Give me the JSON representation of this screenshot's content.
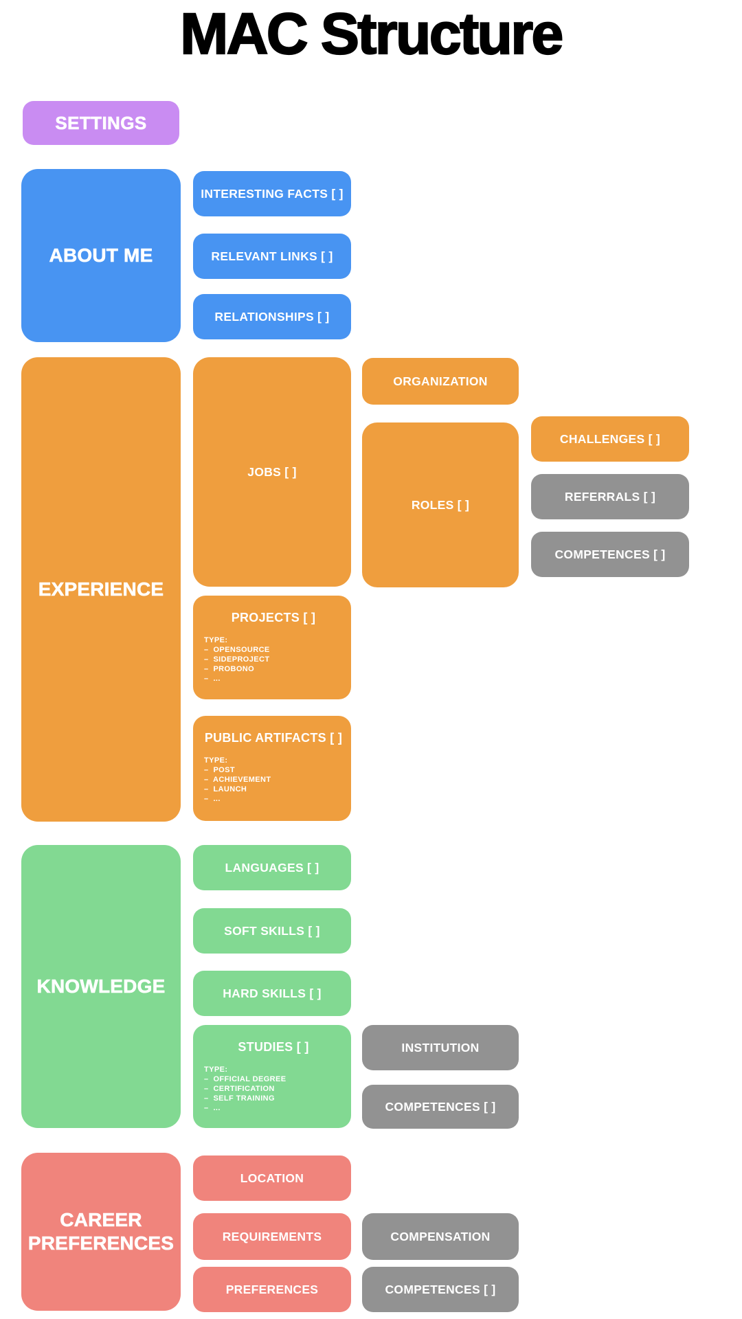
{
  "title": "MAC Structure",
  "colors": {
    "purple": "#c98cf2",
    "blue": "#4894f2",
    "orange": "#ef9e3e",
    "green": "#82d992",
    "red": "#f0847c",
    "gray": "#929292"
  },
  "settings": {
    "label": "SETTINGS"
  },
  "about": {
    "label": "ABOUT ME",
    "interesting_facts": {
      "label": "INTERESTING FACTS [ ]"
    },
    "relevant_links": {
      "label": "RELEVANT LINKS [ ]"
    },
    "relationships": {
      "label": "RELATIONSHIPS [ ]"
    }
  },
  "experience": {
    "label": "EXPERIENCE",
    "jobs": {
      "label": "JOBS [ ]"
    },
    "projects": {
      "label": "PROJECTS [ ]",
      "type_label": "TYPE:",
      "types": [
        "OPENSOURCE",
        "SIDEPROJECT",
        "PROBONO",
        "..."
      ]
    },
    "public_artifacts": {
      "label": "PUBLIC ARTIFACTS [ ]",
      "type_label": "TYPE:",
      "types": [
        "POST",
        "ACHIEVEMENT",
        "LAUNCH",
        "..."
      ]
    },
    "organization": {
      "label": "ORGANIZATION"
    },
    "roles": {
      "label": "ROLES [ ]"
    },
    "challenges": {
      "label": "CHALLENGES [ ]"
    },
    "referrals": {
      "label": "REFERRALS [ ]"
    },
    "competences": {
      "label": "COMPETENCES [ ]"
    }
  },
  "knowledge": {
    "label": "KNOWLEDGE",
    "languages": {
      "label": "LANGUAGES [ ]"
    },
    "soft_skills": {
      "label": "SOFT SKILLS [ ]"
    },
    "hard_skills": {
      "label": "HARD SKILLS [ ]"
    },
    "studies": {
      "label": "STUDIES [ ]",
      "type_label": "TYPE:",
      "types": [
        "OFFICIAL DEGREE",
        "CERTIFICATION",
        "SELF TRAINING",
        "..."
      ]
    },
    "institution": {
      "label": "INSTITUTION"
    },
    "competences": {
      "label": "COMPETENCES [ ]"
    }
  },
  "career": {
    "label": "CAREER PREFERENCES",
    "location": {
      "label": "LOCATION"
    },
    "requirements": {
      "label": "REQUIREMENTS"
    },
    "preferences": {
      "label": "PREFERENCES"
    },
    "compensation": {
      "label": "COMPENSATION"
    },
    "competences": {
      "label": "COMPETENCES [ ]"
    }
  }
}
